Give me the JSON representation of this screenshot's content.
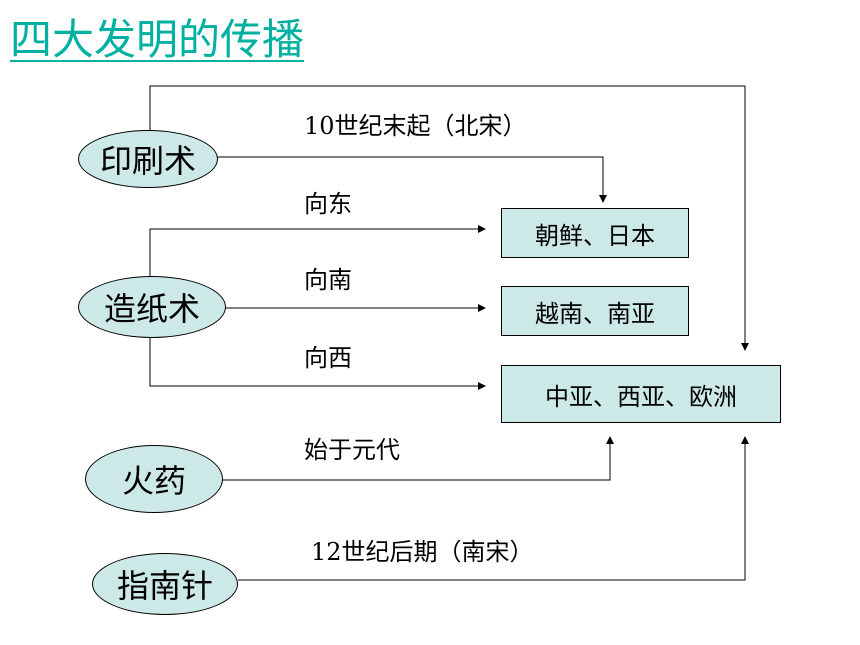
{
  "title": "四大发明的传播",
  "inventions": {
    "printing": "印刷术",
    "papermaking": "造纸术",
    "gunpowder": "火药",
    "compass": "指南针"
  },
  "destinations": {
    "korea_japan": "朝鲜、日本",
    "vietnam_south_asia": "越南、南亚",
    "central_asia_europe": "中亚、西亚、欧洲"
  },
  "routes": {
    "printing_time": "10世纪末起（北宋）",
    "paper_east": "向东",
    "paper_south": "向南",
    "paper_west": "向西",
    "gunpowder_time": "始于元代",
    "compass_time": "12世纪后期（南宋）"
  },
  "colors": {
    "title": "#00b0a0",
    "node_fill": "#cce9e8",
    "line": "#000000"
  }
}
